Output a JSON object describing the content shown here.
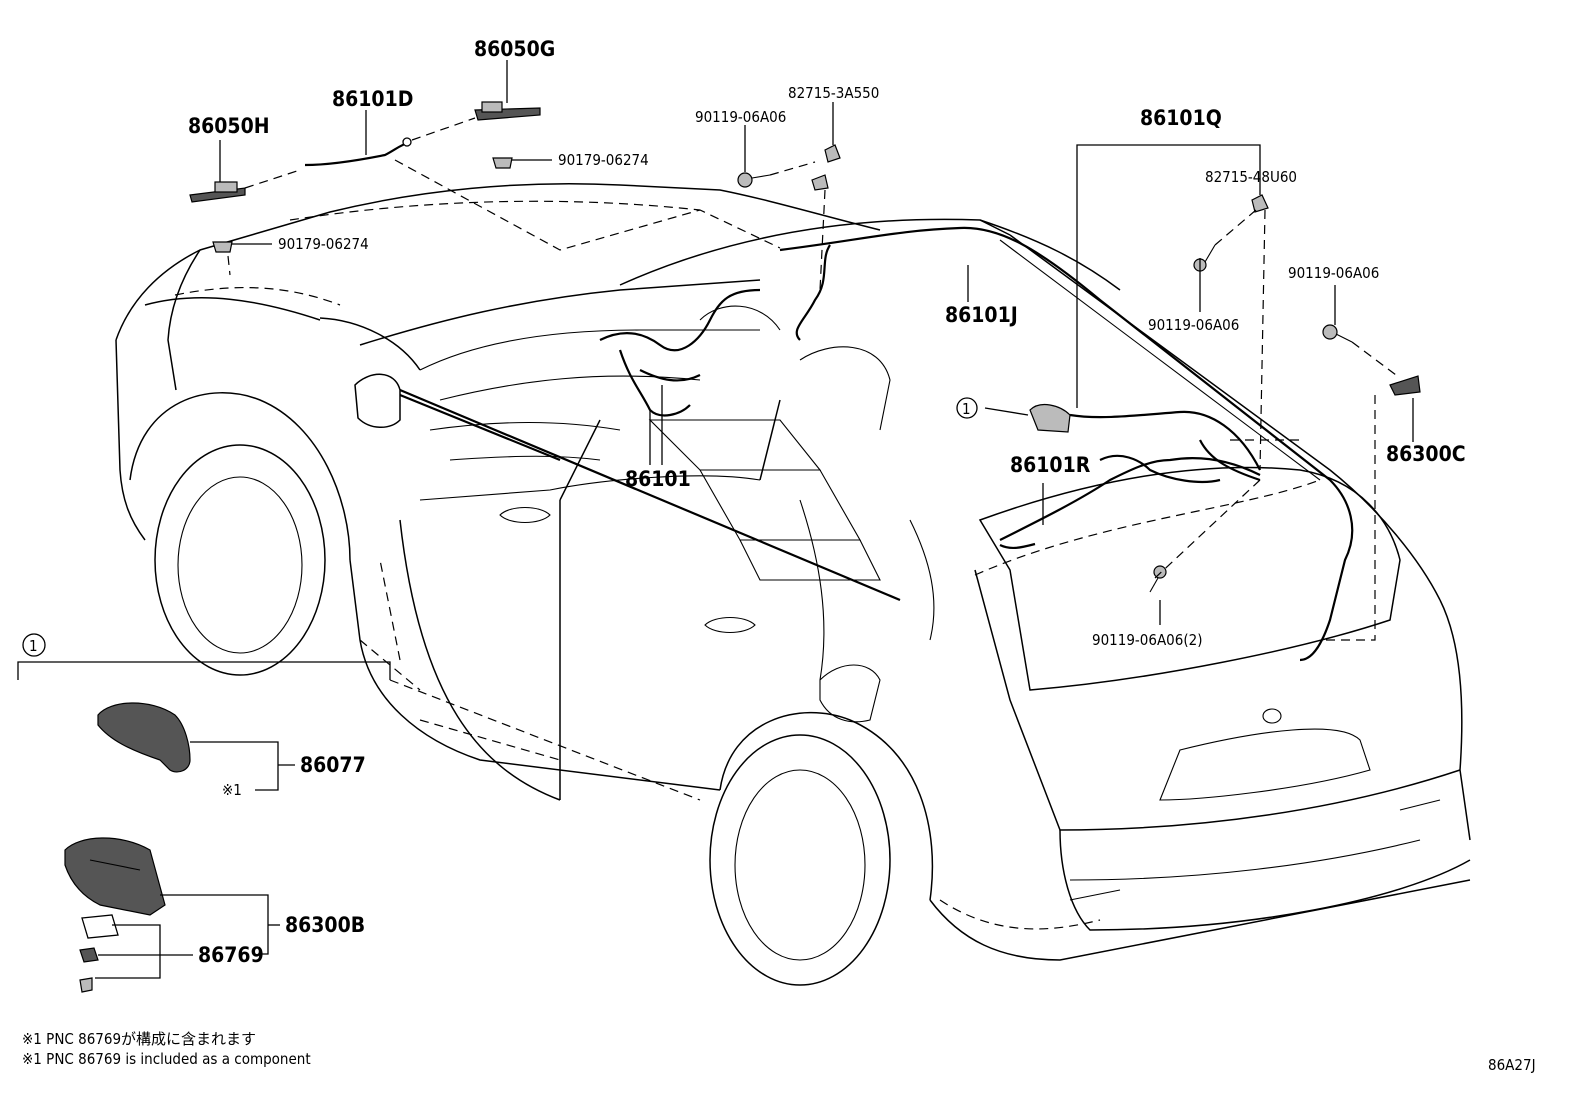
{
  "labels": {
    "p86050G": "86050G",
    "p86101D": "86101D",
    "p86050H": "86050H",
    "p90179_a": "90179-06274",
    "p90179_b": "90179-06274",
    "p82715_3A550": "82715-3A550",
    "p90119_a": "90119-06A06",
    "p86101Q": "86101Q",
    "p82715_48U60": "82715-48U60",
    "p90119_b": "90119-06A06",
    "p90119_c": "90119-06A06",
    "p86101J": "86101J",
    "p86300C": "86300C",
    "p86101R": "86101R",
    "p86101": "86101",
    "p90119_d": "90119-06A06(2)",
    "p86077": "86077",
    "p86300B": "86300B",
    "p86769": "86769",
    "callout_main": "1",
    "callout_inset": "1",
    "ref_mark": "※1"
  },
  "notes": {
    "jp": "※1 PNC 86769が構成に含まれます",
    "en": "※1 PNC 86769 is included as a component"
  },
  "figure_code": "86A27J"
}
